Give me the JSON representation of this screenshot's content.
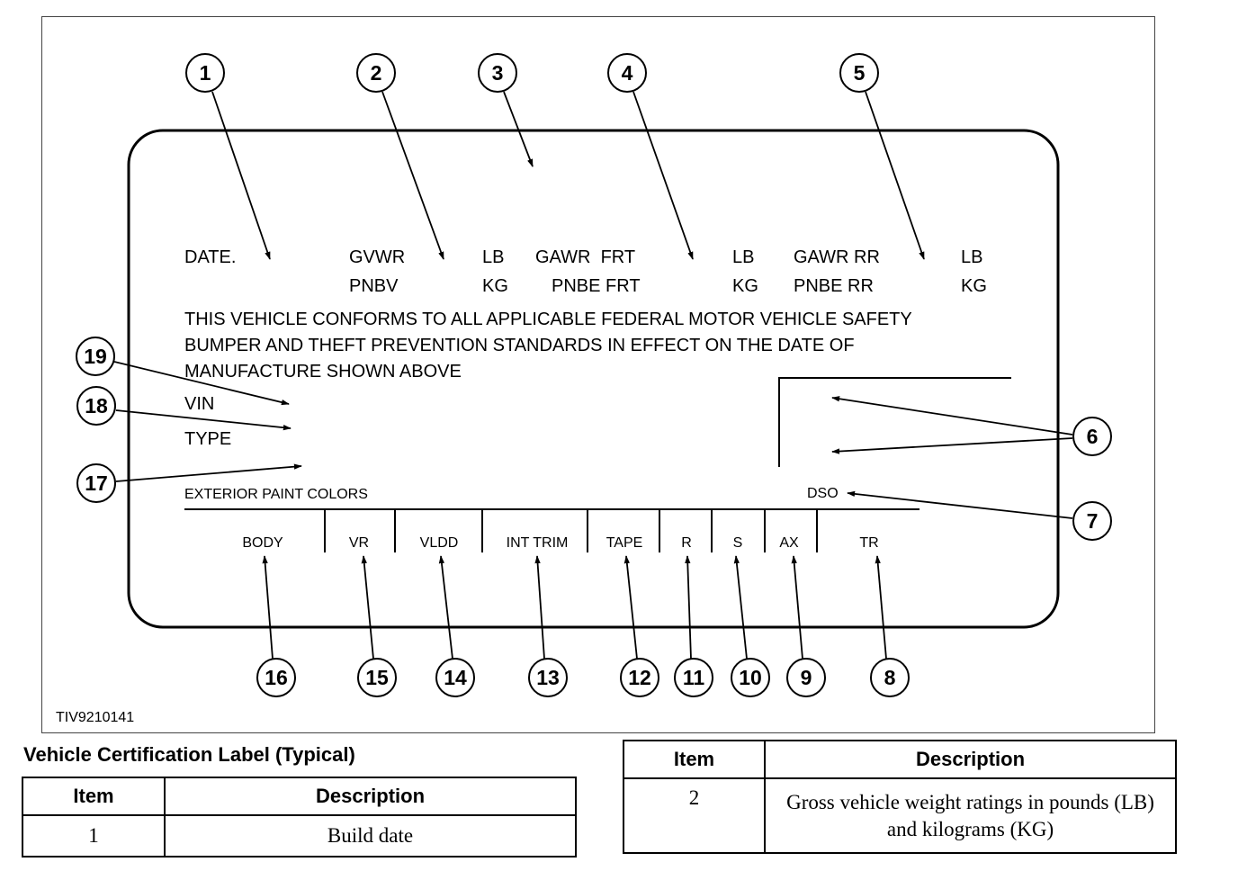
{
  "label": {
    "date": "DATE.",
    "gvwr": "GVWR",
    "pnbv": "PNBV",
    "lb1": "LB",
    "kg1": "KG",
    "gawr_frt": "GAWR  FRT",
    "pnbe_frt": "PNBE FRT",
    "lb2": "LB",
    "kg2": "KG",
    "gawr_rr": "GAWR RR",
    "pnbe_rr": "PNBE RR",
    "lb3": "LB",
    "kg3": "KG",
    "statement": [
      "THIS VEHICLE CONFORMS TO ALL APPLICABLE FEDERAL MOTOR VEHICLE SAFETY",
      "BUMPER AND THEFT PREVENTION STANDARDS IN EFFECT ON THE DATE OF",
      "MANUFACTURE SHOWN ABOVE"
    ],
    "vin": "VIN",
    "type": "TYPE",
    "exterior_paint_colors": "EXTERIOR PAINT COLORS",
    "dso": "DSO",
    "codes": [
      "BODY",
      "VR",
      "VLDD",
      "INT TRIM",
      "TAPE",
      "R",
      "S",
      "AX",
      "TR"
    ]
  },
  "callouts": [
    "1",
    "2",
    "3",
    "4",
    "5",
    "6",
    "7",
    "8",
    "9",
    "10",
    "11",
    "12",
    "13",
    "14",
    "15",
    "16",
    "17",
    "18",
    "19"
  ],
  "figure_id": "TIV9210141",
  "caption": "Vehicle Certification Label (Typical)",
  "tables": [
    {
      "headers": [
        "Item",
        "Description"
      ],
      "rows": [
        [
          "1",
          "Build date"
        ]
      ]
    },
    {
      "headers": [
        "Item",
        "Description"
      ],
      "rows": [
        [
          "2",
          "Gross vehicle weight ratings in pounds (LB) and kilograms (KG)"
        ]
      ]
    }
  ]
}
